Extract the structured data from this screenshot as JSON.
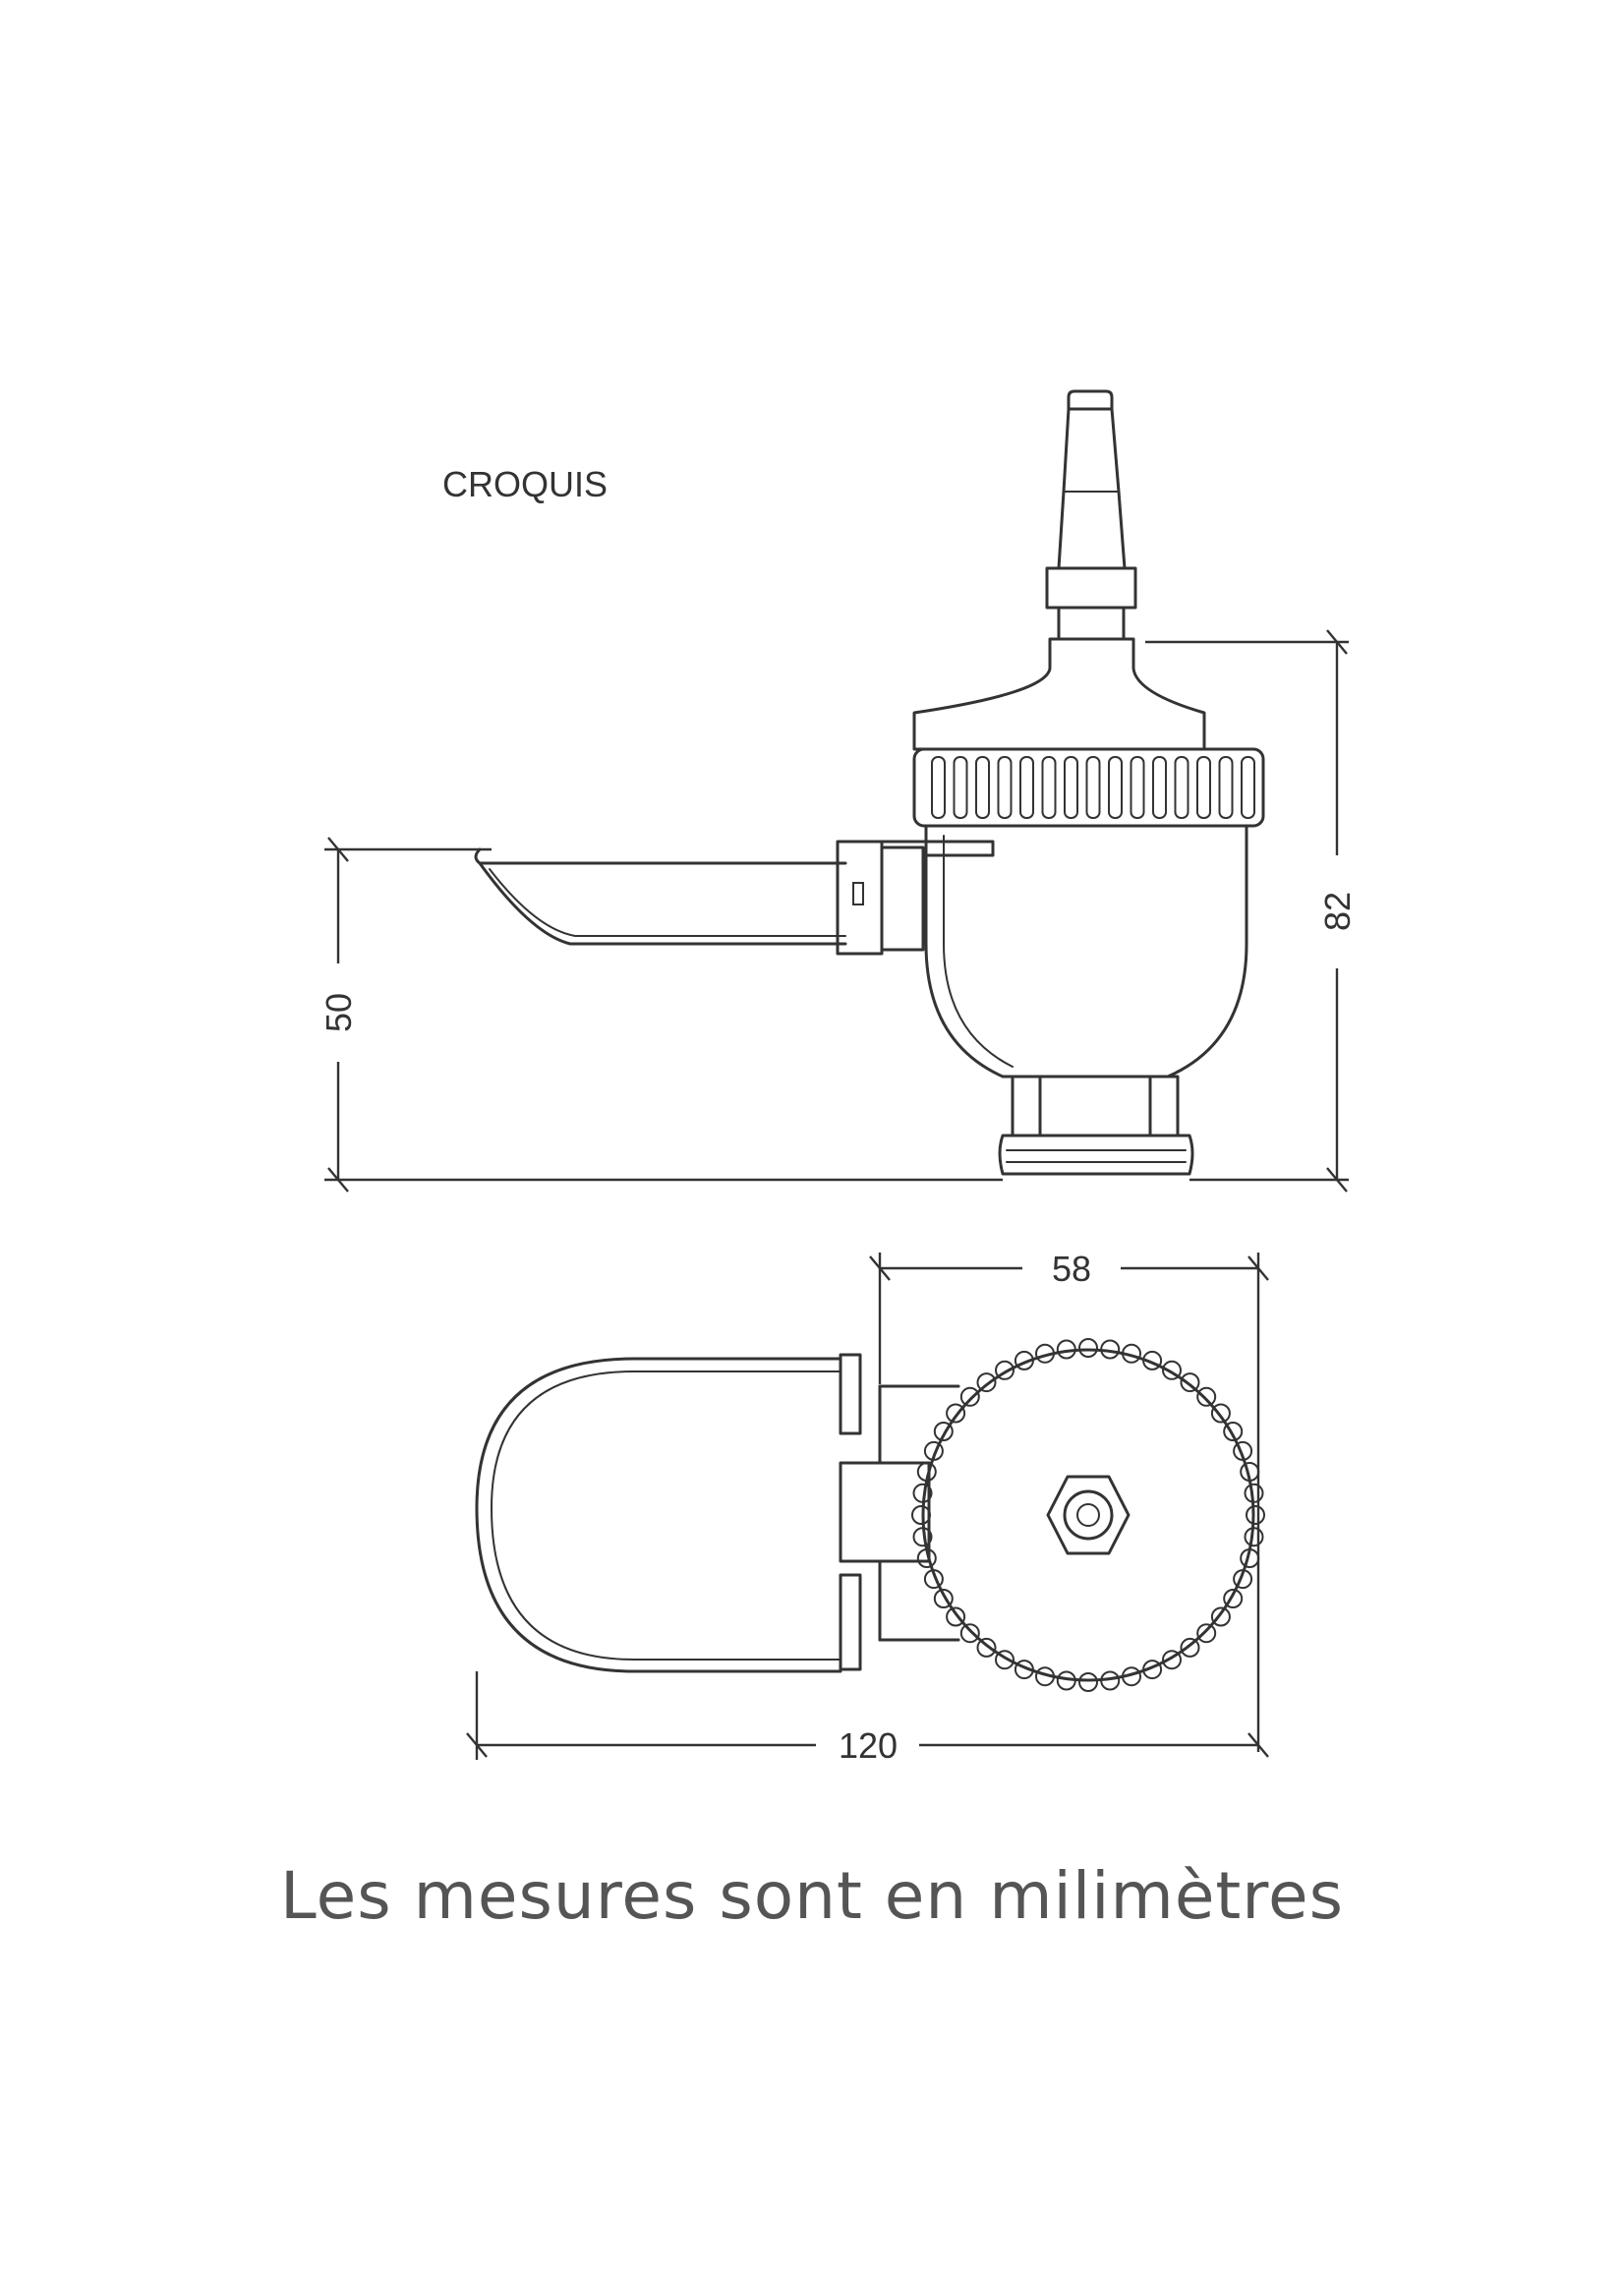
{
  "sketch": {
    "title": "CROQUIS"
  },
  "dimensions": {
    "height_bowl": "50",
    "height_total": "82",
    "width_body": "58",
    "length_total": "120"
  },
  "caption": "Les mesures sont en milimètres"
}
